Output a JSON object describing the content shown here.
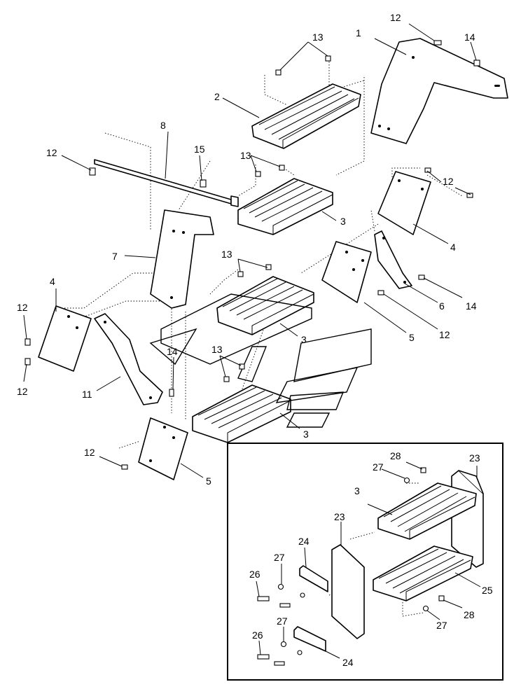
{
  "callouts": [
    {
      "id": "c1",
      "text": "1"
    },
    {
      "id": "c2",
      "text": "2"
    },
    {
      "id": "c3a",
      "text": "3"
    },
    {
      "id": "c3b",
      "text": "3"
    },
    {
      "id": "c3c",
      "text": "3"
    },
    {
      "id": "c3d",
      "text": "3"
    },
    {
      "id": "c4a",
      "text": "4"
    },
    {
      "id": "c4b",
      "text": "4"
    },
    {
      "id": "c5a",
      "text": "5"
    },
    {
      "id": "c5b",
      "text": "5"
    },
    {
      "id": "c6",
      "text": "6"
    },
    {
      "id": "c7",
      "text": "7"
    },
    {
      "id": "c8",
      "text": "8"
    },
    {
      "id": "c11",
      "text": "11"
    },
    {
      "id": "c12a",
      "text": "12"
    },
    {
      "id": "c12b",
      "text": "12"
    },
    {
      "id": "c12c",
      "text": "12"
    },
    {
      "id": "c12d",
      "text": "12"
    },
    {
      "id": "c12e",
      "text": "12"
    },
    {
      "id": "c12f",
      "text": "12"
    },
    {
      "id": "c12g",
      "text": "12"
    },
    {
      "id": "c13a",
      "text": "13"
    },
    {
      "id": "c13b",
      "text": "13"
    },
    {
      "id": "c13c",
      "text": "13"
    },
    {
      "id": "c13d",
      "text": "13"
    },
    {
      "id": "c14a",
      "text": "14"
    },
    {
      "id": "c14b",
      "text": "14"
    },
    {
      "id": "c14c",
      "text": "14"
    },
    {
      "id": "c15",
      "text": "15"
    },
    {
      "id": "c23a",
      "text": "23"
    },
    {
      "id": "c23b",
      "text": "23"
    },
    {
      "id": "c24a",
      "text": "24"
    },
    {
      "id": "c24b",
      "text": "24"
    },
    {
      "id": "c25",
      "text": "25"
    },
    {
      "id": "c26a",
      "text": "26"
    },
    {
      "id": "c26b",
      "text": "26"
    },
    {
      "id": "c27a",
      "text": "27"
    },
    {
      "id": "c27b",
      "text": "27"
    },
    {
      "id": "c27c",
      "text": "27"
    },
    {
      "id": "c27d",
      "text": "27"
    },
    {
      "id": "c28a",
      "text": "28"
    },
    {
      "id": "c28b",
      "text": "28"
    }
  ]
}
